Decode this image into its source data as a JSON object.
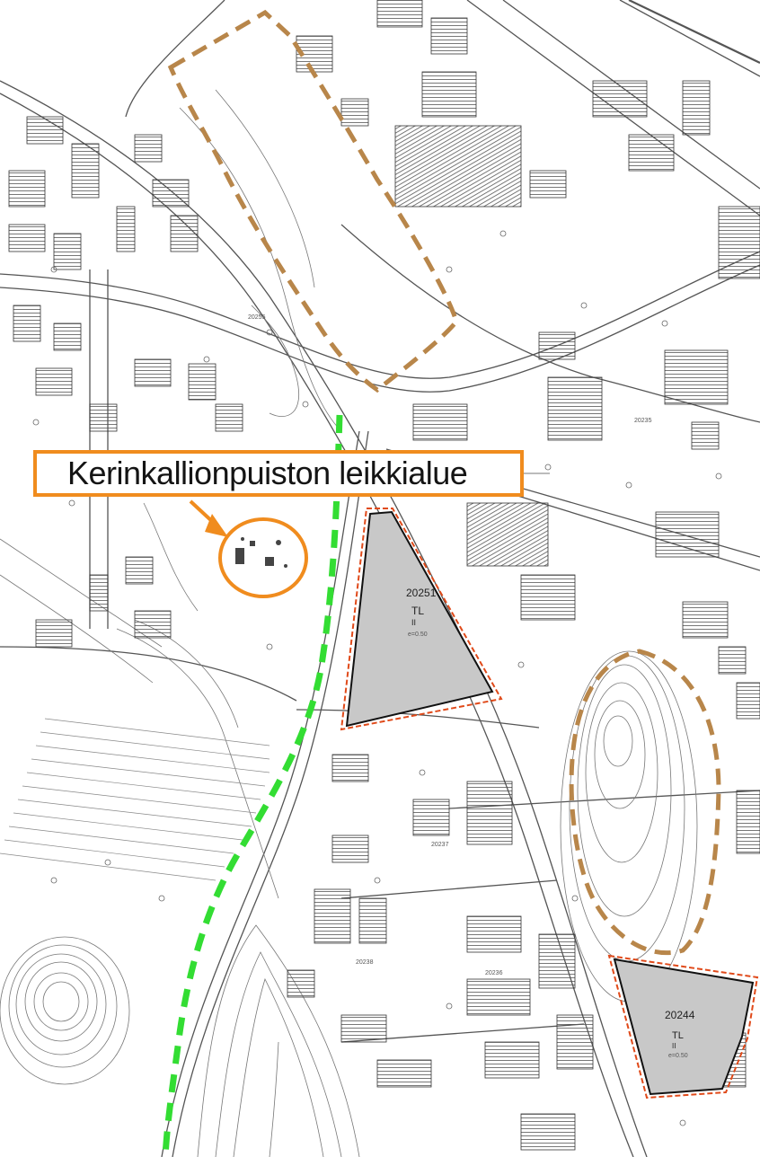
{
  "map": {
    "callout_label": "Kerinkallionpuiston leikkialue",
    "plots": [
      {
        "id": "20251",
        "use": "TL",
        "floors": "II",
        "efficiency": "e=0.50"
      },
      {
        "id": "20244",
        "use": "TL",
        "floors": "II",
        "efficiency": "e=0.50"
      }
    ],
    "block_numbers": [
      "20237",
      "20236",
      "20235",
      "20238",
      "20255"
    ],
    "colors": {
      "orange_callout": "#f08c1e",
      "brown_dashed_area": "#b8864a",
      "green_dashed_route": "#33dd33",
      "plot_fill": "#c8c8c8",
      "plot_border_red": "#e04a1a",
      "building_hatch": "#555555"
    }
  }
}
